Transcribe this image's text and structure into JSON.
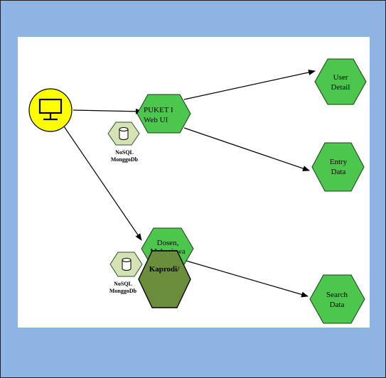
{
  "nodes": {
    "puket": {
      "line1": "PUKET I",
      "line2": "Web UI"
    },
    "user_detail": {
      "line1": "User",
      "line2": "Detail"
    },
    "entry_data": {
      "line1": "Entry",
      "line2": "Data"
    },
    "dosen": {
      "line1": "Dosen,",
      "line2": "Mahasiswa"
    },
    "kaprodi": {
      "label": "Kaprodi/"
    },
    "search_data": {
      "line1": "Search",
      "line2": "Data"
    },
    "db_top": {
      "line1": "NoSQL",
      "line2": "MonggoDb"
    },
    "db_bottom": {
      "line1": "NoSQL",
      "line2": "MonggoDb"
    }
  },
  "colors": {
    "frame": "#8eb4e3",
    "hex_green": "#4cc64c",
    "hex_dark": "#6b8e3c",
    "db_fill": "#d4e2b4",
    "monitor": "#ffff00"
  }
}
